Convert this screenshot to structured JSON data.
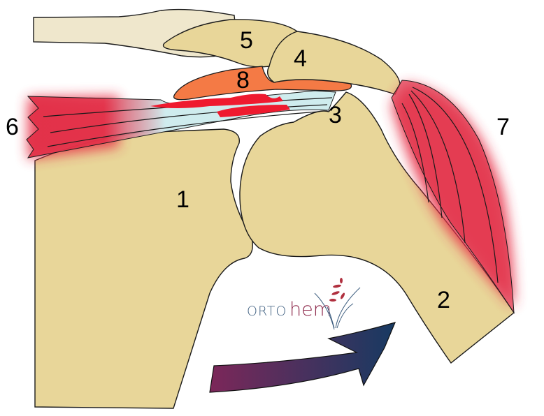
{
  "diagram": {
    "subject": "Shoulder joint anatomy with inflamed tendon and muscles",
    "labels": [
      {
        "id": "1",
        "text": "1",
        "structure": "scapula"
      },
      {
        "id": "2",
        "text": "2",
        "structure": "humerus"
      },
      {
        "id": "3",
        "text": "3",
        "structure": "greater tuberosity"
      },
      {
        "id": "4",
        "text": "4",
        "structure": "acromion"
      },
      {
        "id": "5",
        "text": "5",
        "structure": "clavicle end"
      },
      {
        "id": "6",
        "text": "6",
        "structure": "supraspinatus muscle"
      },
      {
        "id": "7",
        "text": "7",
        "structure": "deltoid muscle"
      },
      {
        "id": "8",
        "text": "8",
        "structure": "subacromial bursa"
      }
    ],
    "logo": {
      "part1": "ORTO",
      "part2": "hem"
    },
    "colors": {
      "bone": "#e8d699",
      "clavicle": "#efe7cc",
      "bursa": "#f47a45",
      "inflammation": "#e8304a",
      "tendon": "#cfecee",
      "arrow_start": "#7c2759",
      "arrow_end": "#173a62",
      "logo_blue": "#3f5f80",
      "logo_red": "#8e2a4c"
    }
  }
}
